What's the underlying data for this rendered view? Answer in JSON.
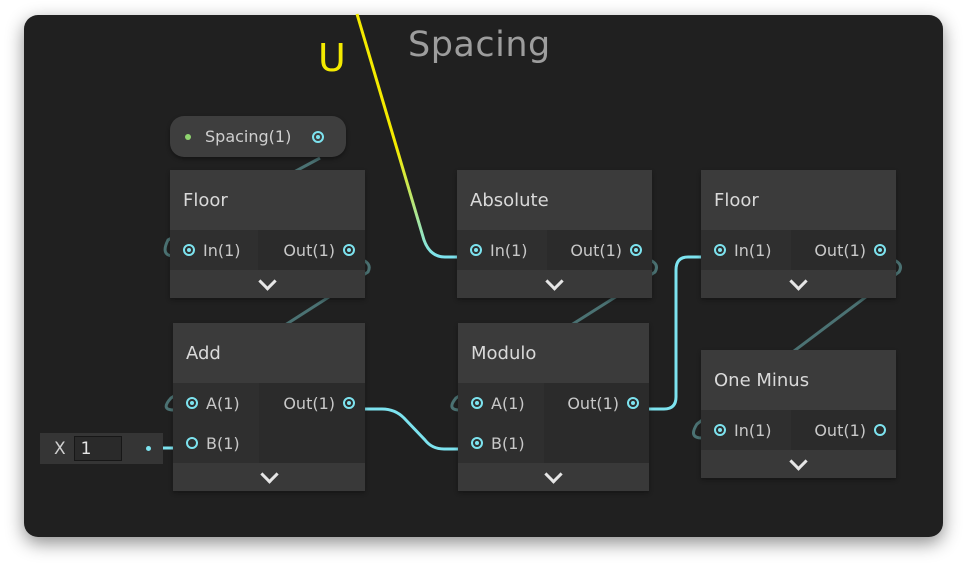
{
  "group": {
    "title": "Spacing"
  },
  "edge_label": "U",
  "property_node": {
    "label": "Spacing(1)"
  },
  "inline_input": {
    "axis_label": "X",
    "value": "1"
  },
  "nodes": [
    {
      "id": "floor1",
      "title": "Floor",
      "inputs": [
        "In(1)"
      ],
      "outputs": [
        "Out(1)"
      ]
    },
    {
      "id": "absolute",
      "title": "Absolute",
      "inputs": [
        "In(1)"
      ],
      "outputs": [
        "Out(1)"
      ]
    },
    {
      "id": "floor2",
      "title": "Floor",
      "inputs": [
        "In(1)"
      ],
      "outputs": [
        "Out(1)"
      ]
    },
    {
      "id": "add",
      "title": "Add",
      "inputs": [
        "A(1)",
        "B(1)"
      ],
      "outputs": [
        "Out(1)"
      ]
    },
    {
      "id": "modulo",
      "title": "Modulo",
      "inputs": [
        "A(1)",
        "B(1)"
      ],
      "outputs": [
        "Out(1)"
      ]
    },
    {
      "id": "oneminus",
      "title": "One Minus",
      "inputs": [
        "In(1)"
      ],
      "outputs": [
        "Out(1)"
      ]
    }
  ],
  "colors": {
    "wire": "#7de3ef",
    "wire_yellow": "#f4ea00",
    "background": "#202020"
  }
}
